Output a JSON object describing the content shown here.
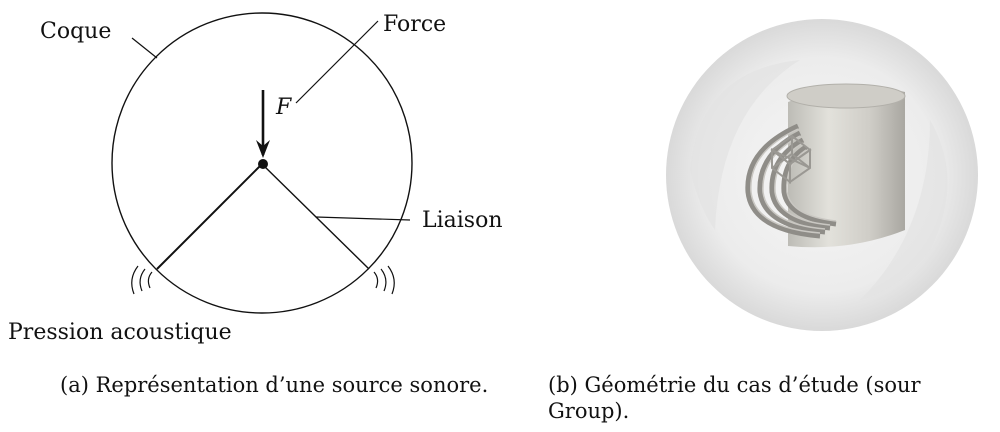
{
  "left_figure": {
    "labels": {
      "shell": "Coque",
      "force": "Force",
      "force_symbol": "F",
      "link": "Liaison",
      "pressure": "Pression acoustique"
    },
    "caption": "(a) Représentation d’une source sonore."
  },
  "right_figure": {
    "caption_line1": "(b)  Géométrie  du  cas  d’étude  (sour",
    "caption_line2": "Group)."
  },
  "colors": {
    "line": "#111111",
    "sphere": "#e9e9e9",
    "cylinder": "#d7d6d1",
    "cylinder_shade": "#9c9a95"
  }
}
